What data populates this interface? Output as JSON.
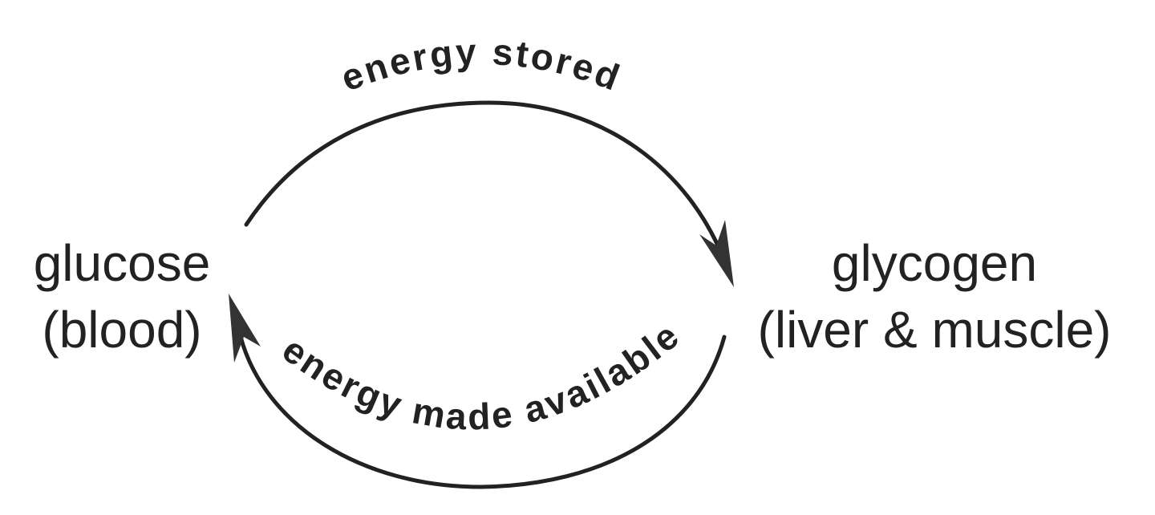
{
  "diagram": {
    "left_node": {
      "name": "glucose",
      "location": "(blood)"
    },
    "right_node": {
      "name": "glycogen",
      "location": "(liver & muscle)"
    },
    "top_arrow": {
      "label": "energy stored",
      "direction": "glucose-to-glycogen"
    },
    "bottom_arrow": {
      "label": "energy made available",
      "direction": "glycogen-to-glucose"
    },
    "colors": {
      "ink": "#222222",
      "background": "#ffffff"
    }
  }
}
